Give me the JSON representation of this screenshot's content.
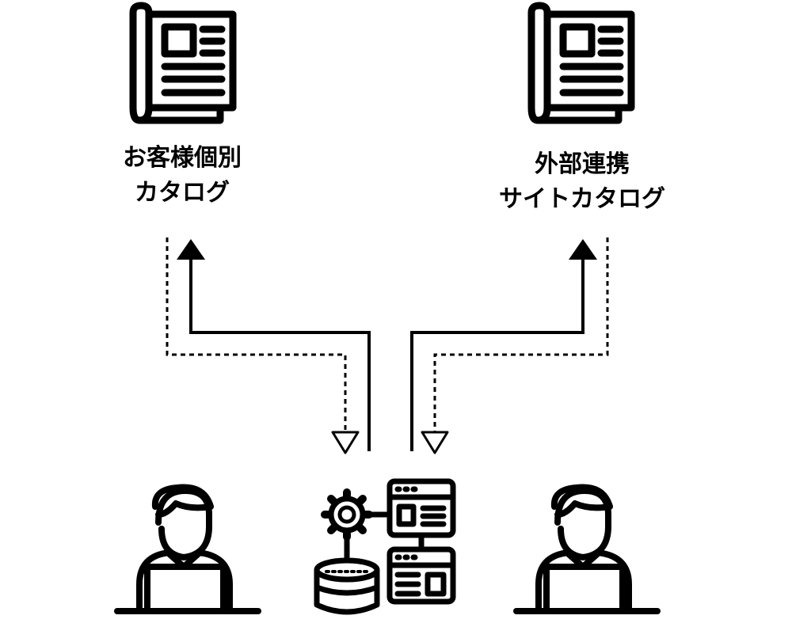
{
  "nodes": {
    "customer_catalog": {
      "line1": "お客様個別",
      "line2": "カタログ",
      "icon": "newspaper-icon"
    },
    "external_catalog": {
      "line1": "外部連携",
      "line2": "サイトカタログ",
      "icon": "newspaper-icon"
    },
    "left_user": {
      "icon": "user-at-laptop-icon"
    },
    "server_hub": {
      "icon": "server-database-gear-icon"
    },
    "right_user": {
      "icon": "user-at-laptop-icon"
    }
  },
  "connectors": [
    {
      "from": "server_hub",
      "to": "customer_catalog",
      "style": "solid"
    },
    {
      "from": "customer_catalog",
      "to": "server_hub",
      "style": "dashed"
    },
    {
      "from": "server_hub",
      "to": "external_catalog",
      "style": "solid"
    },
    {
      "from": "external_catalog",
      "to": "server_hub",
      "style": "dashed"
    }
  ],
  "colors": {
    "stroke": "#000000",
    "background": "#ffffff"
  }
}
